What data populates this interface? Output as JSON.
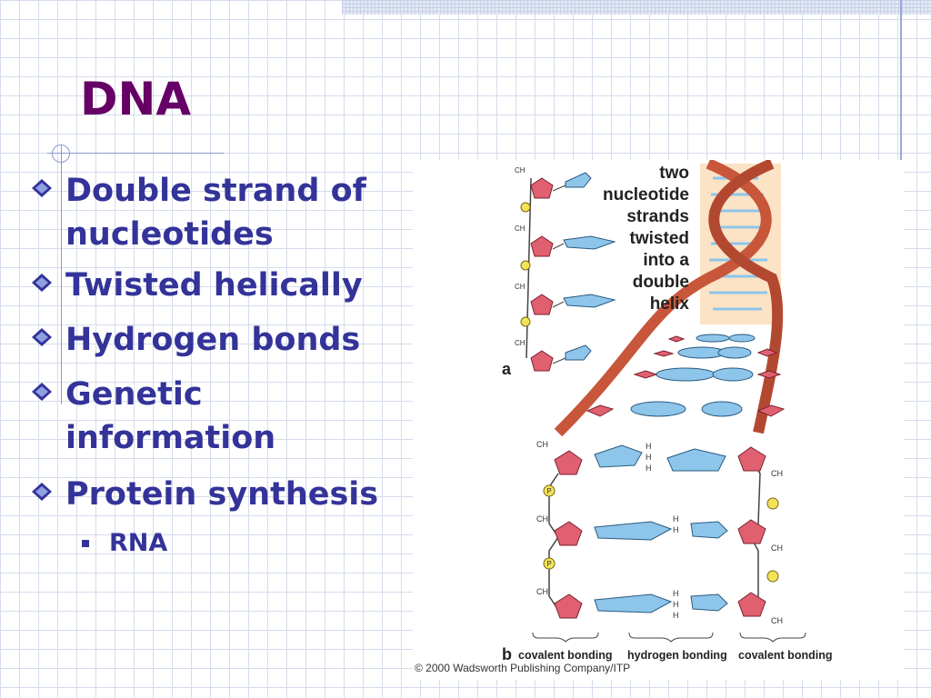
{
  "slide": {
    "title": "DNA",
    "bullets": [
      {
        "line1": "Double strand of",
        "line2": "nucleotides"
      },
      {
        "line1": "Twisted helically"
      },
      {
        "line1": "Hydrogen bonds"
      },
      {
        "line1": "Genetic",
        "line2": "information"
      },
      {
        "line1": "Protein synthesis"
      }
    ],
    "sub_bullet": "RNA"
  },
  "figure": {
    "helix_caption": [
      "two",
      "nucleotide",
      "strands",
      "twisted",
      "into a",
      "double",
      "helix"
    ],
    "label_a": "a",
    "label_b": "b",
    "ch2": "CH",
    "p_label": "P",
    "h_label": "H",
    "bond_labels": {
      "left": "covalent bonding",
      "middle": "hydrogen bonding",
      "right": "covalent bonding"
    },
    "copyright": "© 2000 Wadsworth Publishing Company/ITP"
  },
  "colors": {
    "title": "#660066",
    "text": "#333399",
    "sugar": "#e06070",
    "base": "#8ec5ea",
    "helix": "#c8563a",
    "helix_panel": "#fce3c5",
    "phosphate": "#f4e25a"
  }
}
